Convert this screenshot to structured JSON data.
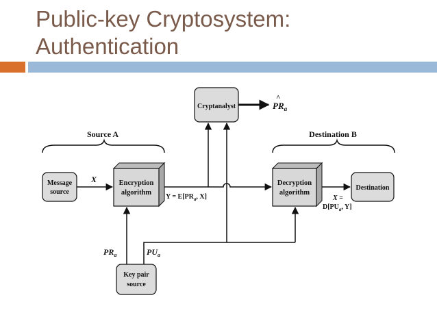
{
  "slide": {
    "title_line1": "Public-key Cryptosystem:",
    "title_line2": "Authentication"
  },
  "diagram": {
    "group_source": "Source A",
    "group_destination": "Destination B",
    "message_source": [
      "Message",
      "source"
    ],
    "encryption": [
      "Encryption",
      "algorithm"
    ],
    "decryption": [
      "Decryption",
      "algorithm"
    ],
    "destination": "Destination",
    "cryptanalyst": "Cryptanalyst",
    "key_pair_source": [
      "Key pair",
      "source"
    ],
    "label_x": "X",
    "label_y_prefix": "Y = E[PR",
    "label_y_sub": "a",
    "label_y_suffix": ", X]",
    "label_pr_hat": "PR",
    "label_pr_hat_sub": "a",
    "label_pra": "PR",
    "label_pra_sub": "a",
    "label_pua": "PU",
    "label_pua_sub": "a",
    "label_out_x": "X =",
    "label_out_d_prefix": "D[PU",
    "label_out_d_sub": "a",
    "label_out_d_suffix": ", Y]",
    "hat_symbol": "^"
  }
}
